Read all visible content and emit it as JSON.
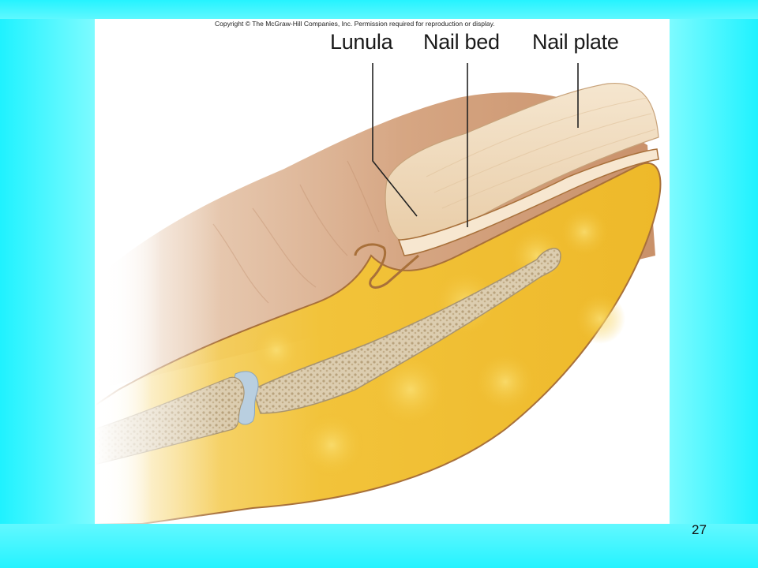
{
  "copyright": "Copyright © The McGraw-Hill Companies, Inc. Permission required for reproduction or display.",
  "labels": {
    "lunula": "Lunula",
    "nail_bed": "Nail bed",
    "nail_plate": "Nail plate"
  },
  "slide_number": "27",
  "colors": {
    "slide_background": "#19f2ff",
    "skin": "#d9b08f",
    "fat": "#f2c33a",
    "bone": "#d8c8a4",
    "cartilage": "#b9cfe0",
    "nail": "#f1dcc0"
  }
}
